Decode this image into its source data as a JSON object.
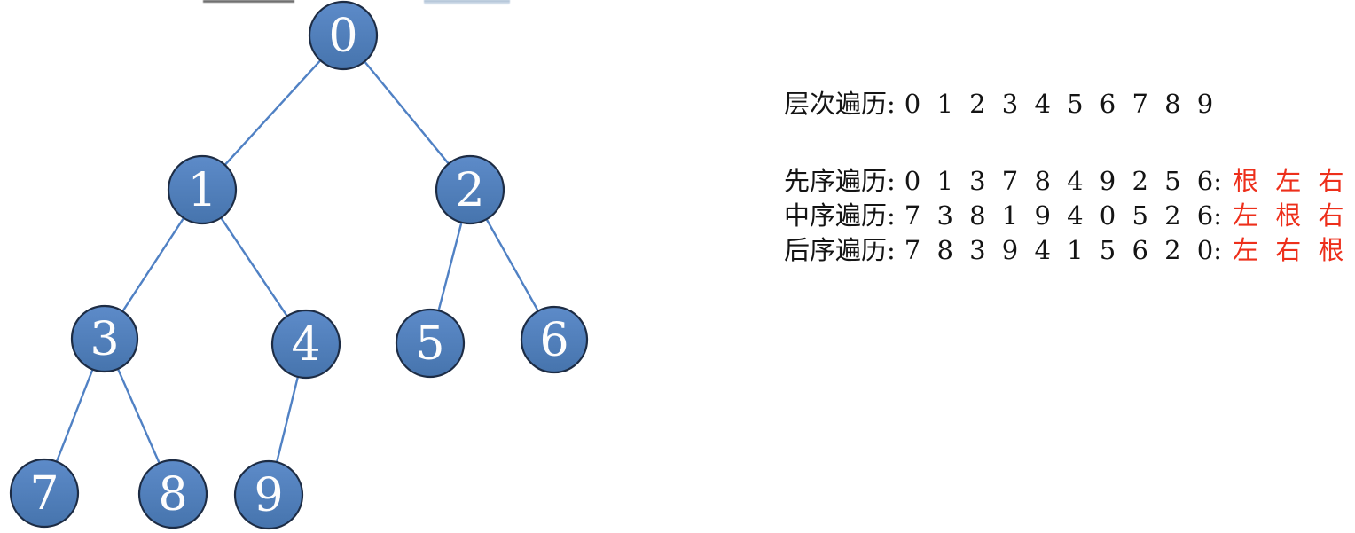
{
  "colors": {
    "node_fill": "#4e7cbb",
    "node_fill_light": "#5d8bc9",
    "node_fill_dark": "#4674ad",
    "node_border": "#1d2c44",
    "edge": "#5081c4",
    "ink": "#141414",
    "red": "#ed2f1b"
  },
  "tree": {
    "nodes": [
      {
        "label": "0"
      },
      {
        "label": "1"
      },
      {
        "label": "2"
      },
      {
        "label": "3"
      },
      {
        "label": "4"
      },
      {
        "label": "5"
      },
      {
        "label": "6"
      },
      {
        "label": "7"
      },
      {
        "label": "8"
      },
      {
        "label": "9"
      }
    ]
  },
  "traversals": {
    "lines": [
      {
        "label": "层次遍历:",
        "numbers": "0 1 2 3 4 5 6 7 8 9",
        "red": ""
      },
      {
        "label": "先序遍历:",
        "numbers": "0 1 3 7 8 4 9 2 5 6:",
        "red": "根 左 右"
      },
      {
        "label": "中序遍历:",
        "numbers": "7 3 8 1 9 4 0 5 2 6:",
        "red": "左 根 右"
      },
      {
        "label": "后序遍历:",
        "numbers": "7 8 3 9 4 1 5 6 2 0:",
        "red": "左 右 根"
      }
    ]
  }
}
